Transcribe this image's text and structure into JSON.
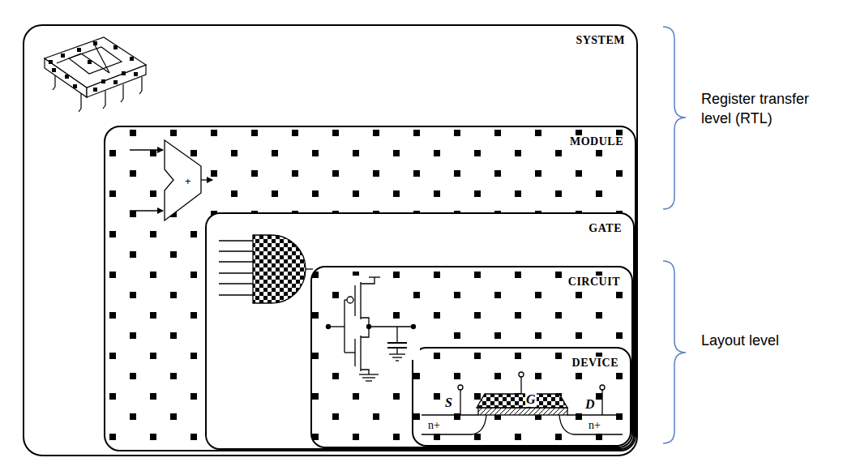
{
  "diagram": {
    "nodes": [
      {
        "text": [
          "SYSTEM"
        ]
      },
      {
        "text": [
          "MODULE"
        ],
        "in": 0
      },
      {
        "text": [
          "GATE"
        ],
        "in": 1
      },
      {
        "text": [
          "CIRCUIT"
        ],
        "in": 2
      },
      {
        "text": [
          "DEVICE"
        ],
        "in": 3
      }
    ],
    "labels": [
      "Register transfer level (RTL)",
      "Layout level",
      "+",
      "S",
      "G",
      "D",
      "n+",
      "n+"
    ]
  }
}
